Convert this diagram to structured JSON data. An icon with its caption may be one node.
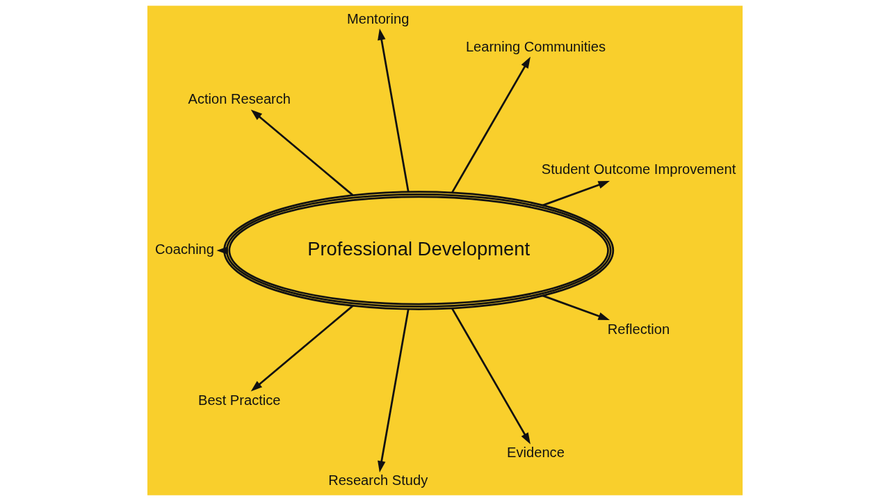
{
  "diagram": {
    "nodes": [
      {
        "text": [
          "Professional Development"
        ]
      },
      {
        "text": [
          "Student Outcome Improvement"
        ]
      },
      {
        "text": [
          "Learning Communities"
        ]
      },
      {
        "text": [
          "Mentoring"
        ]
      },
      {
        "text": [
          "Action Research"
        ]
      },
      {
        "text": [
          "Coaching"
        ]
      },
      {
        "text": [
          "Best Practice"
        ]
      },
      {
        "text": [
          "Research Study"
        ]
      },
      {
        "text": [
          "Evidence"
        ]
      },
      {
        "text": [
          "Reflection"
        ]
      }
    ],
    "edges": [
      {
        "from": 0,
        "to": 1,
        "arrow": "to"
      },
      {
        "from": 0,
        "to": 2,
        "arrow": "to"
      },
      {
        "from": 0,
        "to": 3,
        "arrow": "to"
      },
      {
        "from": 0,
        "to": 4,
        "arrow": "to"
      },
      {
        "from": 0,
        "to": 5,
        "arrow": "to"
      },
      {
        "from": 0,
        "to": 6,
        "arrow": "to"
      },
      {
        "from": 0,
        "to": 7,
        "arrow": "to"
      },
      {
        "from": 0,
        "to": 8,
        "arrow": "to"
      },
      {
        "from": 0,
        "to": 9,
        "arrow": "to"
      }
    ]
  }
}
